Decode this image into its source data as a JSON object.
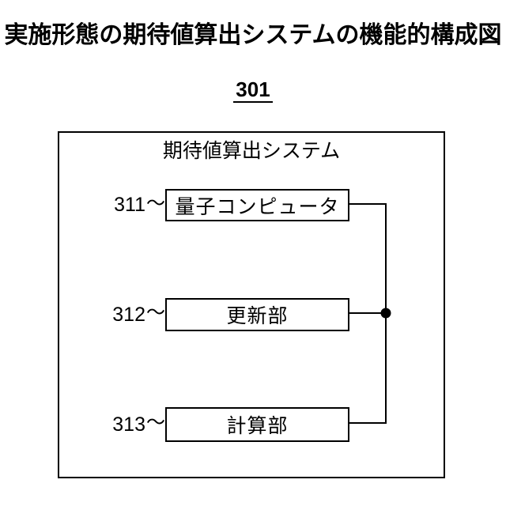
{
  "page": {
    "title": "実施形態の期待値算出システムの機能的構成図",
    "figure_number": "301"
  },
  "diagram": {
    "system_label": "期待値算出システム",
    "tilde": "〜",
    "blocks": [
      {
        "id": "311",
        "label": "量子コンピュータ"
      },
      {
        "id": "312",
        "label": "更新部"
      },
      {
        "id": "313",
        "label": "計算部"
      }
    ],
    "colors": {
      "ink": "#000000",
      "paper": "#ffffff"
    }
  }
}
